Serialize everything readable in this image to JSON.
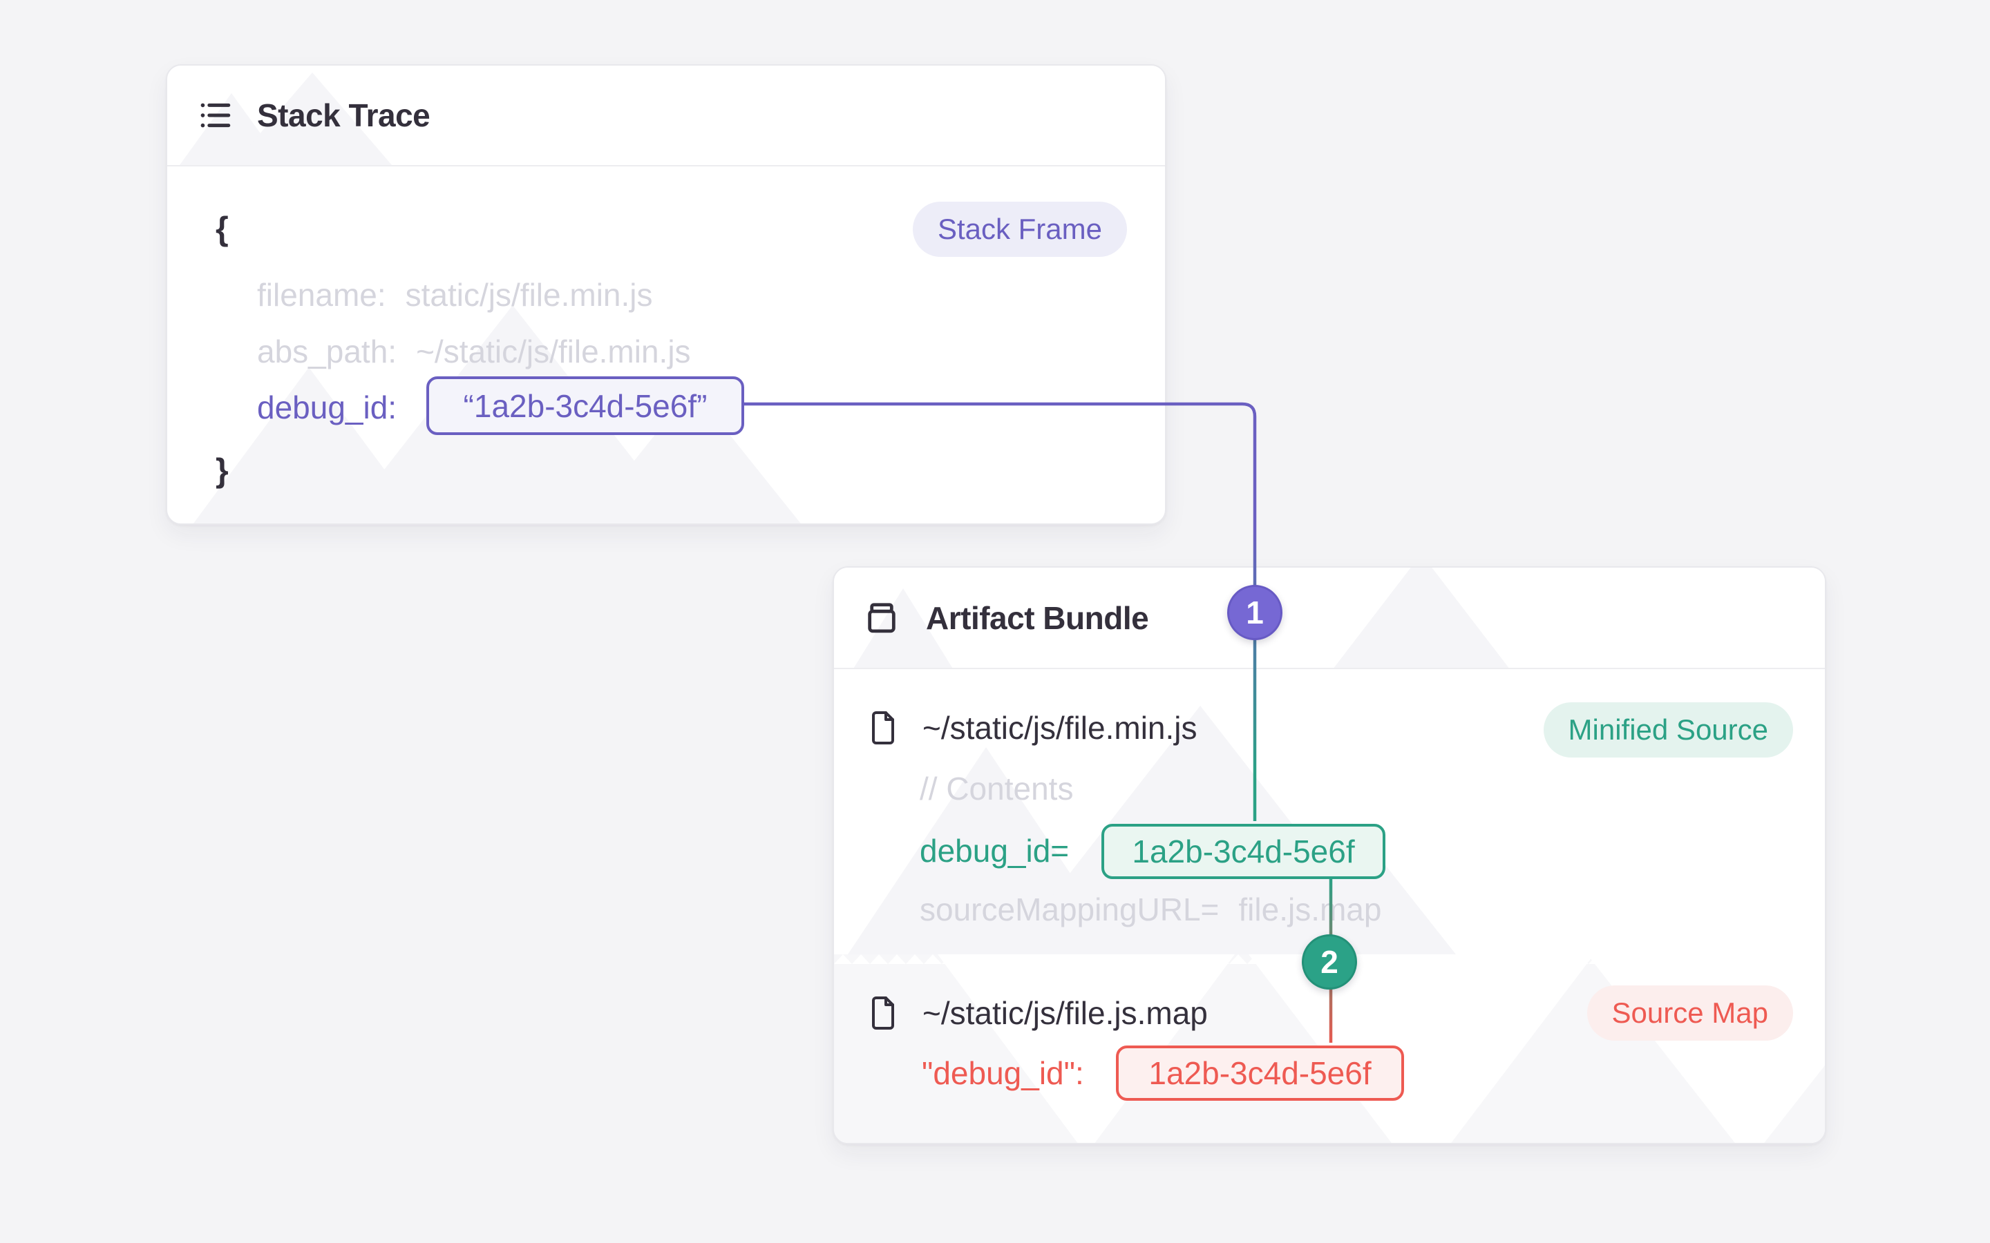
{
  "colors": {
    "purple": "#6A5FC1",
    "green": "#2BA185",
    "red": "#EE5A52",
    "dark_text": "#34303C",
    "muted_text": "#D5D5DD",
    "page_bg": "#F4F4F6"
  },
  "stack_card": {
    "title": "Stack Trace",
    "badge": "Stack Frame",
    "brace_open": "{",
    "brace_close": "}",
    "filename_key": "filename:",
    "filename_value": "static/js/file.min.js",
    "abs_path_key": "abs_path:",
    "abs_path_value": "~/static/js/file.min.js",
    "debug_key": "debug_id:",
    "debug_value": "“1a2b-3c4d-5e6f”"
  },
  "artifact_card": {
    "title": "Artifact Bundle",
    "minified": {
      "file_name": "~/static/js/file.min.js",
      "badge": "Minified Source",
      "contents_comment": "// Contents",
      "debug_key": "debug_id=",
      "debug_value": "1a2b-3c4d-5e6f",
      "srcmap_key": "sourceMappingURL=",
      "srcmap_value": "file.js.map"
    },
    "sourcemap": {
      "file_name": "~/static/js/file.js.map",
      "badge": "Source Map",
      "debug_key": "\"debug_id\":",
      "debug_value": "1a2b-3c4d-5e6f"
    }
  },
  "connectors": {
    "step1": "1",
    "step2": "2"
  }
}
